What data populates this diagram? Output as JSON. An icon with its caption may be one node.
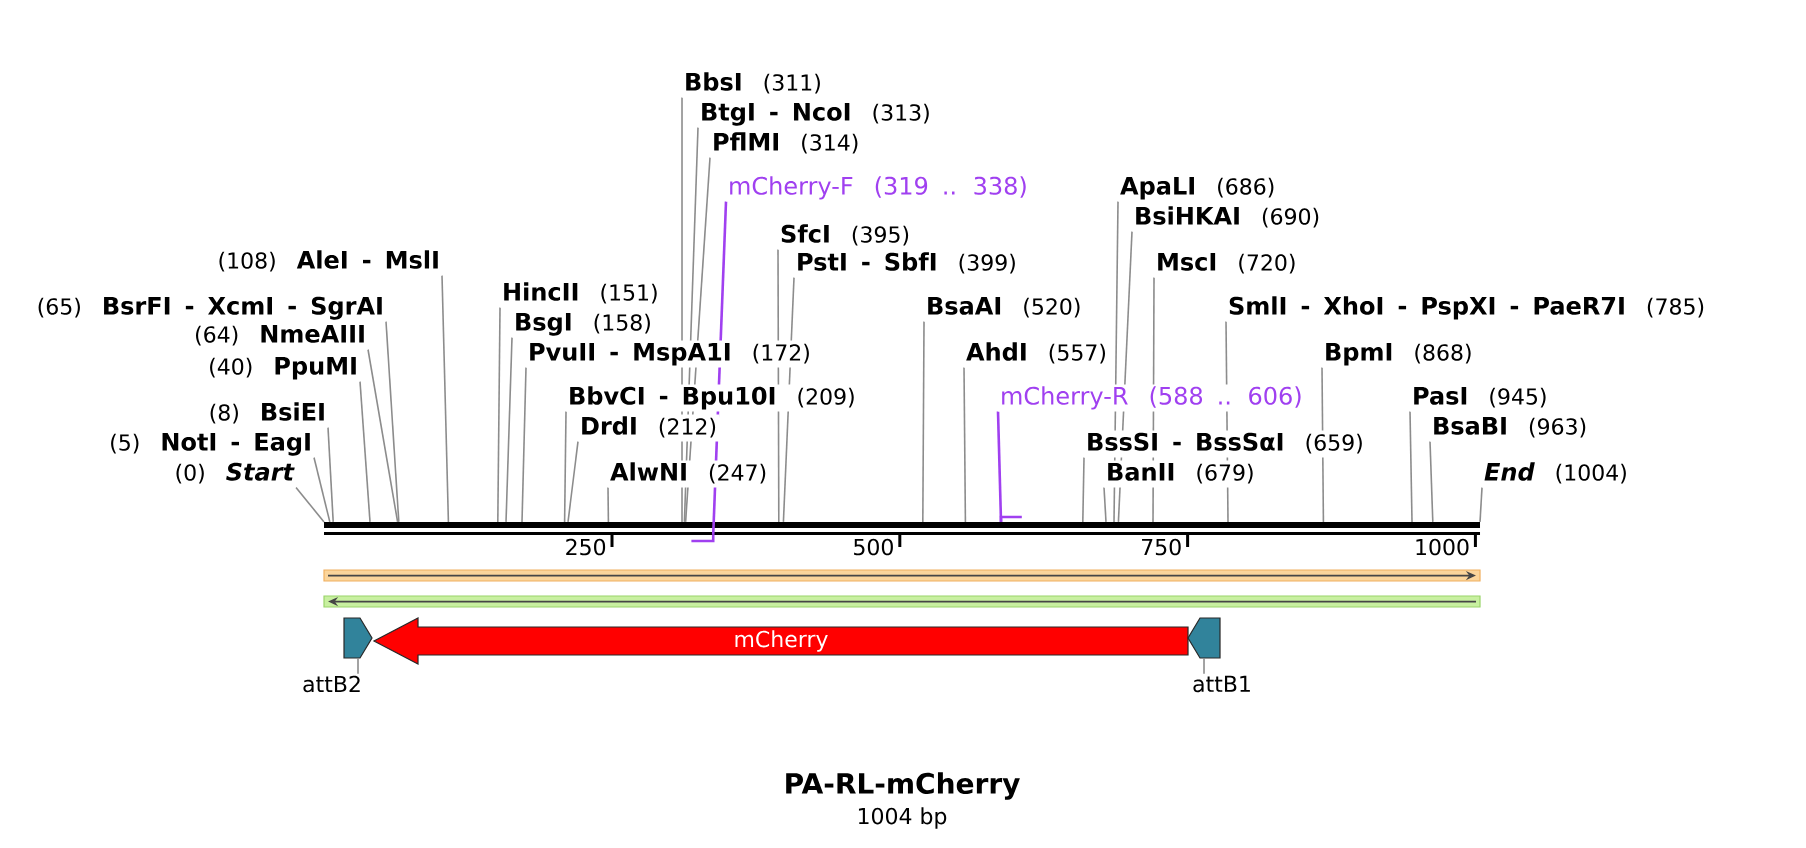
{
  "diagram": {
    "title": "PA-RL-mCherry",
    "caption": "1004 bp",
    "nodes": [
      {
        "text": [
          "BbsI",
          "(311)"
        ]
      },
      {
        "text": [
          "BtgI - NcoI",
          "(313)"
        ]
      },
      {
        "text": [
          "PflMI",
          "(314)"
        ]
      },
      {
        "text": [
          "mCherry-F",
          "(319 .. 338)"
        ]
      },
      {
        "text": [
          "ApaLI",
          "(686)"
        ]
      },
      {
        "text": [
          "BsiHKAI",
          "(690)"
        ]
      },
      {
        "text": [
          "SfcI",
          "(395)"
        ]
      },
      {
        "text": [
          "(108)",
          "AleI - MslI"
        ]
      },
      {
        "text": [
          "PstI - SbfI",
          "(399)"
        ]
      },
      {
        "text": [
          "MscI",
          "(720)"
        ]
      },
      {
        "text": [
          "HincII",
          "(151)"
        ]
      },
      {
        "text": [
          "(65)",
          "BsrFI - XcmI - SgrAI"
        ]
      },
      {
        "text": [
          "BsaAI",
          "(520)"
        ]
      },
      {
        "text": [
          "SmlI - XhoI - PspXI - PaeR7I",
          "(785)"
        ]
      },
      {
        "text": [
          "BsgI",
          "(158)"
        ]
      },
      {
        "text": [
          "(64)",
          "NmeAIII"
        ]
      },
      {
        "text": [
          "PvuII - MspA1I",
          "(172)"
        ]
      },
      {
        "text": [
          "AhdI",
          "(557)"
        ]
      },
      {
        "text": [
          "BpmI",
          "(868)"
        ]
      },
      {
        "text": [
          "(40)",
          "PpuMI"
        ]
      },
      {
        "text": [
          "BbvCI - Bpu10I",
          "(209)"
        ]
      },
      {
        "text": [
          "mCherry-R",
          "(588 .. 606)"
        ]
      },
      {
        "text": [
          "PasI",
          "(945)"
        ]
      },
      {
        "text": [
          "(8)",
          "BsiEI"
        ]
      },
      {
        "text": [
          "DrdI",
          "(212)"
        ]
      },
      {
        "text": [
          "BsaBI",
          "(963)"
        ]
      },
      {
        "text": [
          "(5)",
          "NotI - EagI"
        ]
      },
      {
        "text": [
          "BssSI - BssSαI",
          "(659)"
        ]
      },
      {
        "text": [
          "(0)",
          "Start"
        ]
      },
      {
        "text": [
          "AlwNI",
          "(247)"
        ]
      },
      {
        "text": [
          "BanII",
          "(679)"
        ]
      },
      {
        "text": [
          "End",
          "(1004)"
        ]
      },
      {
        "text": [],
        "shape": "bar"
      },
      {
        "text": [],
        "shape": "arrow"
      },
      {
        "text": [],
        "shape": "arrow"
      },
      {
        "text": [],
        "shape": "arrow"
      },
      {
        "text": [
          "mCherry"
        ]
      },
      {
        "text": [],
        "shape": "arrow"
      },
      {
        "text": [
          "attB2"
        ]
      },
      {
        "text": [
          "attB1"
        ]
      }
    ],
    "edges": [
      {
        "from": 0,
        "to": 32,
        "arrow": "none"
      },
      {
        "from": 1,
        "to": 32,
        "arrow": "none"
      },
      {
        "from": 2,
        "to": 32,
        "arrow": "none"
      },
      {
        "from": 3,
        "to": 32,
        "arrow": "none",
        "color": "#a040f0"
      },
      {
        "from": 4,
        "to": 32,
        "arrow": "none"
      },
      {
        "from": 5,
        "to": 32,
        "arrow": "none"
      },
      {
        "from": 6,
        "to": 32,
        "arrow": "none"
      },
      {
        "from": 7,
        "to": 32,
        "arrow": "none"
      },
      {
        "from": 8,
        "to": 32,
        "arrow": "none"
      },
      {
        "from": 9,
        "to": 32,
        "arrow": "none"
      },
      {
        "from": 10,
        "to": 32,
        "arrow": "none"
      },
      {
        "from": 11,
        "to": 32,
        "arrow": "none"
      },
      {
        "from": 12,
        "to": 32,
        "arrow": "none"
      },
      {
        "from": 13,
        "to": 32,
        "arrow": "none"
      },
      {
        "from": 14,
        "to": 32,
        "arrow": "none"
      },
      {
        "from": 15,
        "to": 32,
        "arrow": "none"
      },
      {
        "from": 16,
        "to": 32,
        "arrow": "none"
      },
      {
        "from": 17,
        "to": 32,
        "arrow": "none"
      },
      {
        "from": 18,
        "to": 32,
        "arrow": "none"
      },
      {
        "from": 19,
        "to": 32,
        "arrow": "none"
      },
      {
        "from": 20,
        "to": 32,
        "arrow": "none"
      },
      {
        "from": 21,
        "to": 32,
        "arrow": "none",
        "color": "#a040f0"
      },
      {
        "from": 22,
        "to": 32,
        "arrow": "none"
      },
      {
        "from": 23,
        "to": 32,
        "arrow": "none"
      },
      {
        "from": 24,
        "to": 32,
        "arrow": "none"
      },
      {
        "from": 25,
        "to": 32,
        "arrow": "none"
      },
      {
        "from": 26,
        "to": 32,
        "arrow": "none"
      },
      {
        "from": 27,
        "to": 32,
        "arrow": "none"
      },
      {
        "from": 28,
        "to": 32,
        "arrow": "none"
      },
      {
        "from": 29,
        "to": 32,
        "arrow": "none"
      },
      {
        "from": 30,
        "to": 32,
        "arrow": "none"
      },
      {
        "from": 31,
        "to": 32,
        "arrow": "none"
      },
      {
        "from": 38,
        "to": 35,
        "arrow": "none"
      },
      {
        "from": 39,
        "to": 37,
        "arrow": "none"
      }
    ],
    "labels": [
      "250",
      "500",
      "750",
      "1000"
    ]
  }
}
